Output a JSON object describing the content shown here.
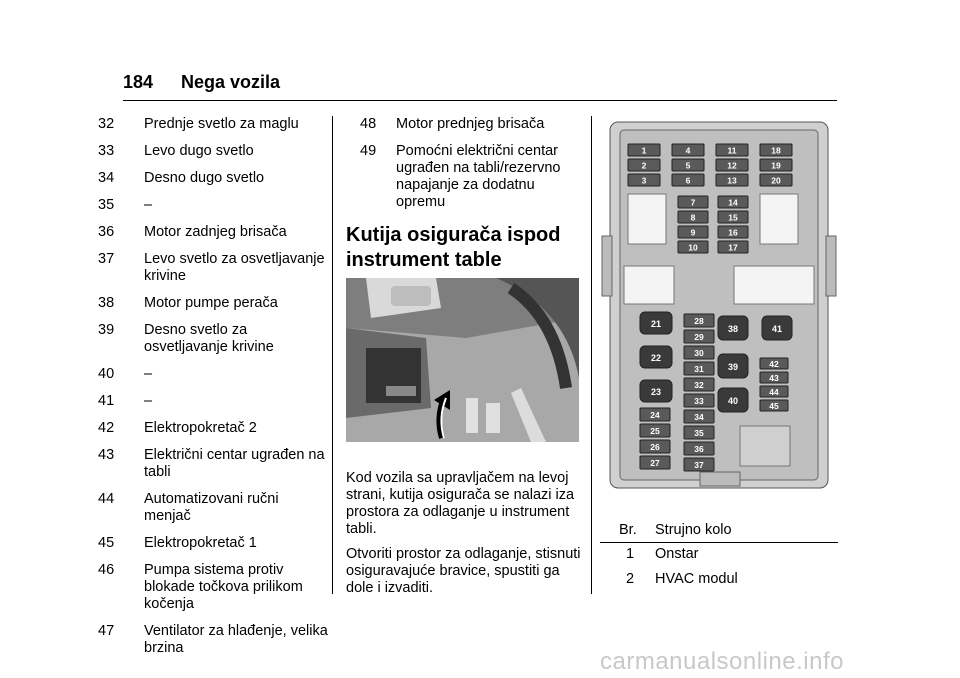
{
  "header": {
    "page_number": "184",
    "section_title": "Nega vozila"
  },
  "column1": {
    "items": [
      {
        "num": "32",
        "text": "Prednje svetlo za maglu"
      },
      {
        "num": "33",
        "text": "Levo dugo svetlo"
      },
      {
        "num": "34",
        "text": "Desno dugo svetlo"
      },
      {
        "num": "35",
        "text": "–"
      },
      {
        "num": "36",
        "text": "Motor zadnjeg brisača"
      },
      {
        "num": "37",
        "text": "Levo svetlo za osvetljavanje krivine"
      },
      {
        "num": "38",
        "text": "Motor pumpe perača"
      },
      {
        "num": "39",
        "text": "Desno svetlo za osvetljavanje krivine"
      },
      {
        "num": "40",
        "text": "–"
      },
      {
        "num": "41",
        "text": "–"
      },
      {
        "num": "42",
        "text": "Elektropokretač 2"
      },
      {
        "num": "43",
        "text": "Električni centar ugrađen na tabli"
      },
      {
        "num": "44",
        "text": "Automatizovani ručni menjač"
      },
      {
        "num": "45",
        "text": "Elektropokretač 1"
      },
      {
        "num": "46",
        "text": "Pumpa sistema protiv blokade točkova prilikom kočenja"
      },
      {
        "num": "47",
        "text": "Ventilator za hlađenje, velika brzina"
      }
    ]
  },
  "column2": {
    "items": [
      {
        "num": "48",
        "text": "Motor prednjeg brisača"
      },
      {
        "num": "49",
        "text": "Pomoćni električni centar ugrađen na tabli/rezervno napajanje za dodatnu opremu"
      }
    ],
    "heading": "Kutija osigurača ispod instrument table",
    "para1": "Kod vozila sa upravljačem na levoj strani, kutija osigurača se nalazi iza prostora za odlaganje u instrument tabli.",
    "para2": "Otvoriti prostor za odlaganje, stisnuti osiguravajuće bravice, spustiti ga dole i izvaditi."
  },
  "fusebox": {
    "labels_top": [
      [
        "1",
        "2",
        "3"
      ],
      [
        "4",
        "5",
        "6"
      ],
      [
        "11",
        "12",
        "13"
      ],
      [
        "18",
        "19",
        "20"
      ]
    ],
    "labels_mid_center": [
      "7",
      "8",
      "9",
      "10"
    ],
    "labels_mid_right": [
      "14",
      "15",
      "16",
      "17"
    ],
    "labels_large_left": [
      "21",
      "22",
      "23"
    ],
    "labels_center_col": [
      "28",
      "29",
      "30",
      "31",
      "32",
      "33",
      "34",
      "35",
      "36",
      "37"
    ],
    "labels_left_small": [
      "24",
      "25",
      "26",
      "27"
    ],
    "labels_large_right": [
      "38",
      "41",
      "39",
      "40"
    ],
    "labels_right_small": [
      "42",
      "43",
      "44",
      "45"
    ]
  },
  "table": {
    "headers": [
      "Br.",
      "Strujno kolo"
    ],
    "rows": [
      {
        "num": "1",
        "name": "Onstar"
      },
      {
        "num": "2",
        "name": "HVAC modul"
      }
    ]
  },
  "watermark": "carmanualsonline.info"
}
